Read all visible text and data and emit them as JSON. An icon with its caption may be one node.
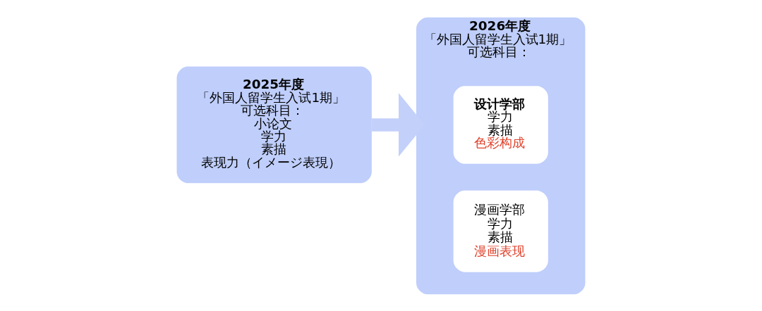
{
  "diagram": {
    "nodes": [
      {
        "text": [
          "2025年度",
          "「外国人留学生入试1期」",
          "可选科目：",
          "小论文",
          "学力",
          "素描",
          "表现力（イメージ表現）"
        ]
      },
      {
        "text": [
          "2026年度",
          "「外国人留学生入试1期」",
          "可选科目："
        ]
      },
      {
        "text": [
          "设计学部",
          "学力",
          "素描",
          "色彩构成"
        ],
        "in": 1
      },
      {
        "text": [
          "漫画学部",
          "学力",
          "素描",
          "漫画表现"
        ],
        "in": 1
      }
    ],
    "edges": [
      {
        "from": 0,
        "to": 1,
        "arrow": "to"
      }
    ]
  }
}
